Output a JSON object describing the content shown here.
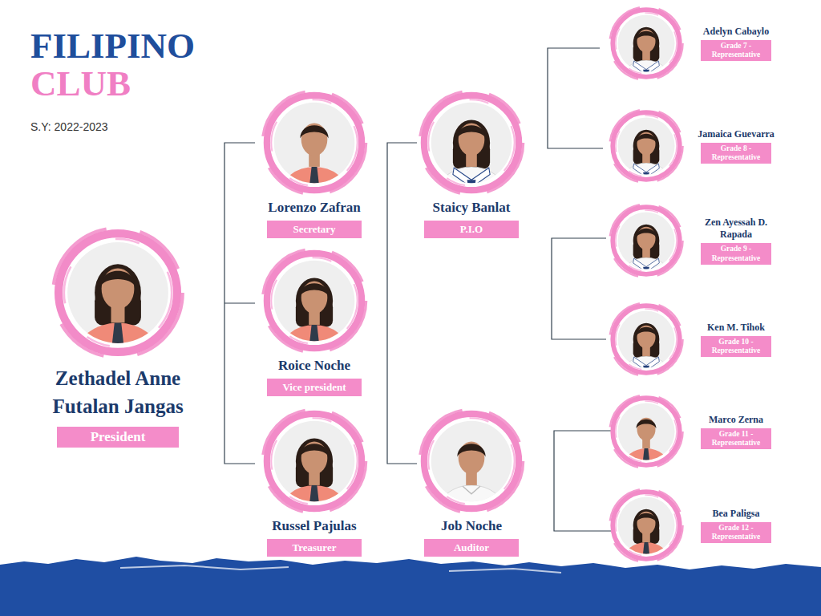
{
  "diagram": {
    "title": "FILIPINO",
    "nodes": [
      {
        "text": [
          "Zethadel Anne Futalan Jangas",
          "President"
        ]
      },
      {
        "text": [
          "Lorenzo Zafran",
          "Secretary"
        ]
      },
      {
        "text": [
          "Roice Noche",
          "Vice president"
        ]
      },
      {
        "text": [
          "Russel Pajulas",
          "Treasurer"
        ]
      },
      {
        "text": [
          "Staicy Banlat",
          "P.I.O"
        ]
      },
      {
        "text": [
          "Job Noche",
          "Auditor"
        ]
      },
      {
        "text": [
          "Adelyn Cabaylo",
          "Grade 7 - Representative"
        ]
      },
      {
        "text": [
          "Jamaica Guevarra",
          "Grade 8 - Representative"
        ]
      },
      {
        "text": [
          "Zen Ayessah D. Rapada",
          "Grade 9 - Representative"
        ]
      },
      {
        "text": [
          "Ken M. Tihok",
          "Grade 10 - Representative"
        ]
      },
      {
        "text": [
          "Marco Zerna",
          "Grade 11 - Representative"
        ]
      },
      {
        "text": [
          "Bea Paligsa",
          "Grade 12 - Representative"
        ]
      }
    ],
    "labels": [
      "CLUB",
      "S.Y: 2022-2023"
    ]
  }
}
